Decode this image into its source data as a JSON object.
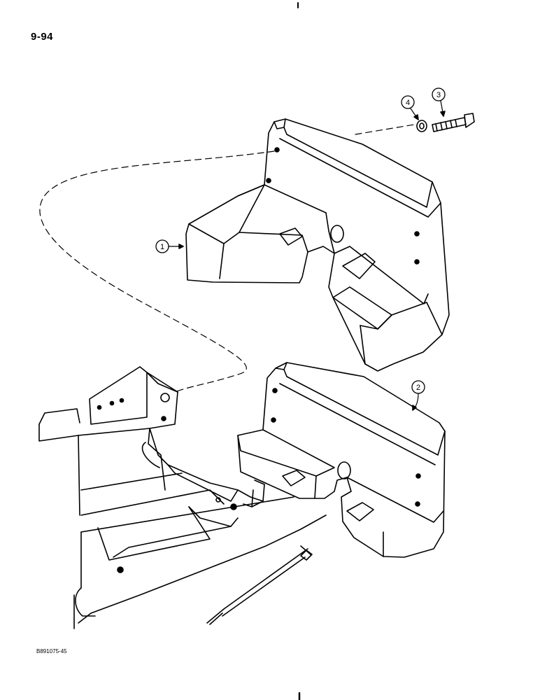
{
  "page": {
    "number": "9-94",
    "figure_code": "B891075-45"
  },
  "callouts": [
    {
      "id": "1",
      "label": "1"
    },
    {
      "id": "2",
      "label": "2"
    },
    {
      "id": "3",
      "label": "3"
    },
    {
      "id": "4",
      "label": "4"
    }
  ]
}
